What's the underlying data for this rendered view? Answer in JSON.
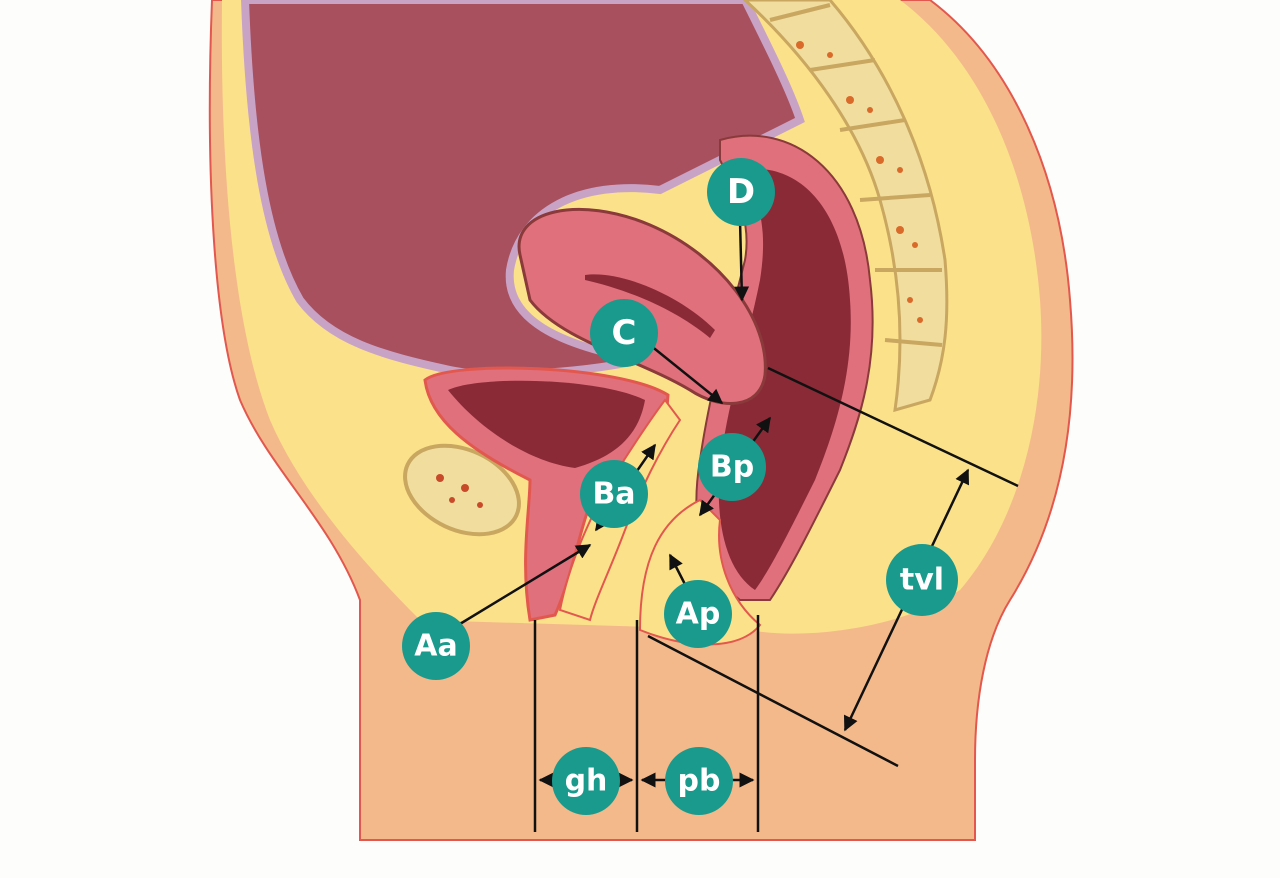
{
  "figure": {
    "labels": {
      "D": "D",
      "C": "C",
      "Ba": "Ba",
      "Bp": "Bp",
      "Aa": "Aa",
      "Ap": "Ap",
      "tvl": "tvl",
      "gh": "gh",
      "pb": "pb"
    },
    "colors": {
      "label_fill": "#1a9a8c",
      "label_text": "#ffffff",
      "skin": "#f5b98c",
      "fat": "#fbe28a",
      "abdomen": "#a8505e",
      "uterus": "#e0707c",
      "rectum": "#8a2a36",
      "spine": "#f1de9e",
      "line": "#111111"
    }
  }
}
